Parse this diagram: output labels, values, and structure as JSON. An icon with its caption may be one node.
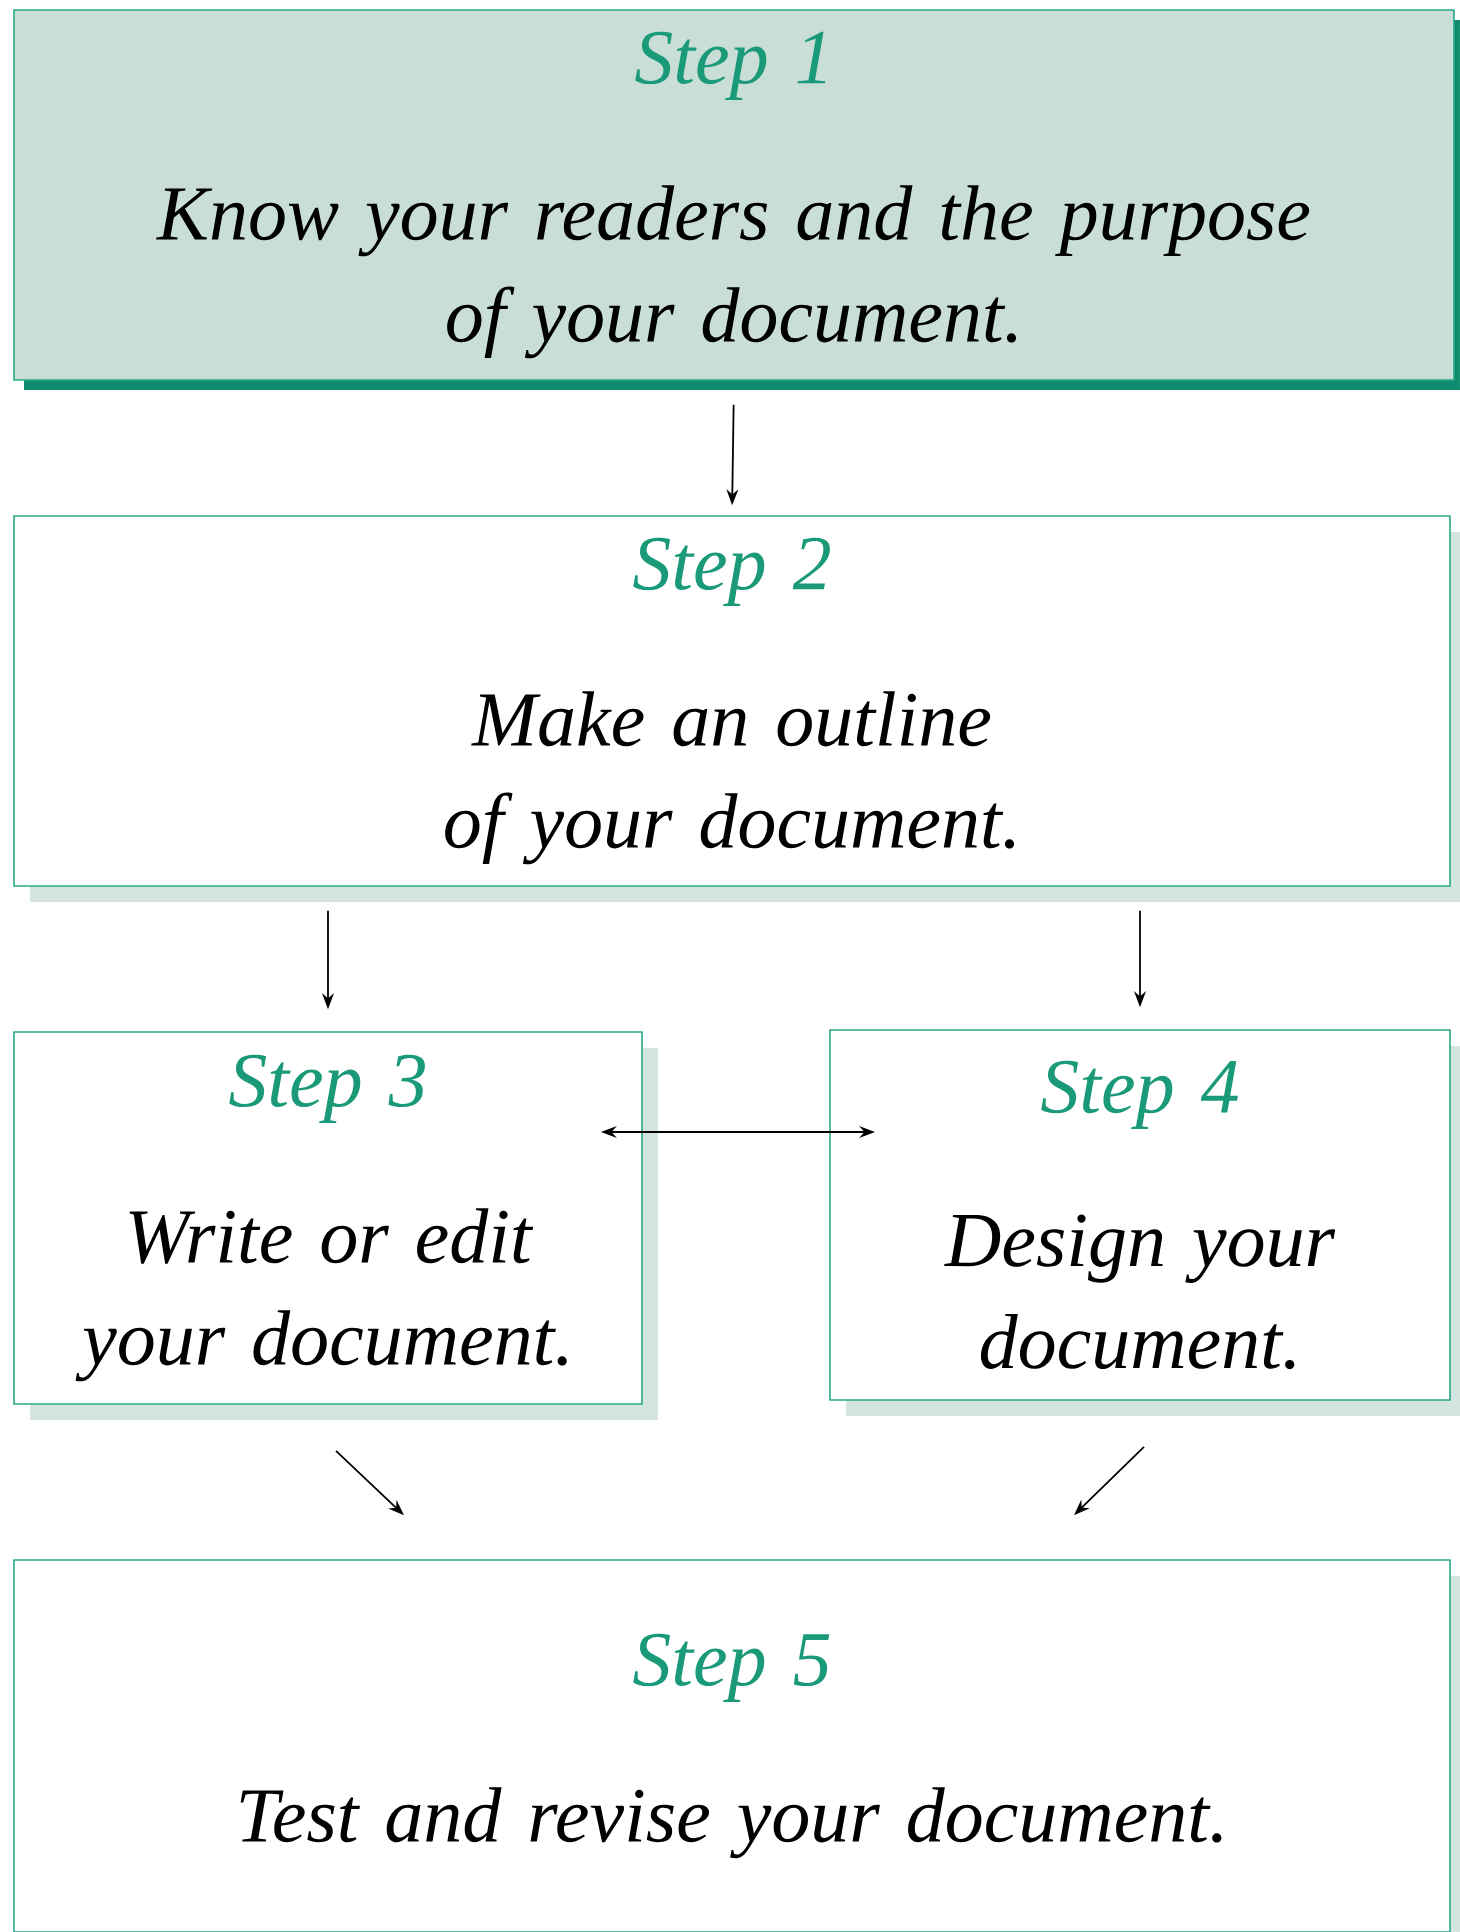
{
  "diagram": {
    "nodes": [
      {
        "text": [
          "Step 1",
          "Know your readers and the purpose of your document."
        ]
      },
      {
        "text": [
          "Step 2",
          "Make an outline of your document."
        ]
      },
      {
        "text": [
          "Step 3",
          "Write or edit your document."
        ]
      },
      {
        "text": [
          "Step 4",
          "Design your document."
        ]
      },
      {
        "text": [
          "Step 5",
          "Test and revise your document."
        ]
      }
    ],
    "edges": [
      {
        "from": 0,
        "to": 1,
        "arrow": "to"
      },
      {
        "from": 1,
        "to": 2,
        "arrow": "to"
      },
      {
        "from": 1,
        "to": 3,
        "arrow": "to"
      },
      {
        "from": 2,
        "to": 3,
        "arrow": "both"
      },
      {
        "from": 2,
        "to": 4,
        "arrow": "to"
      },
      {
        "from": 3,
        "to": 4,
        "arrow": "to"
      }
    ]
  }
}
